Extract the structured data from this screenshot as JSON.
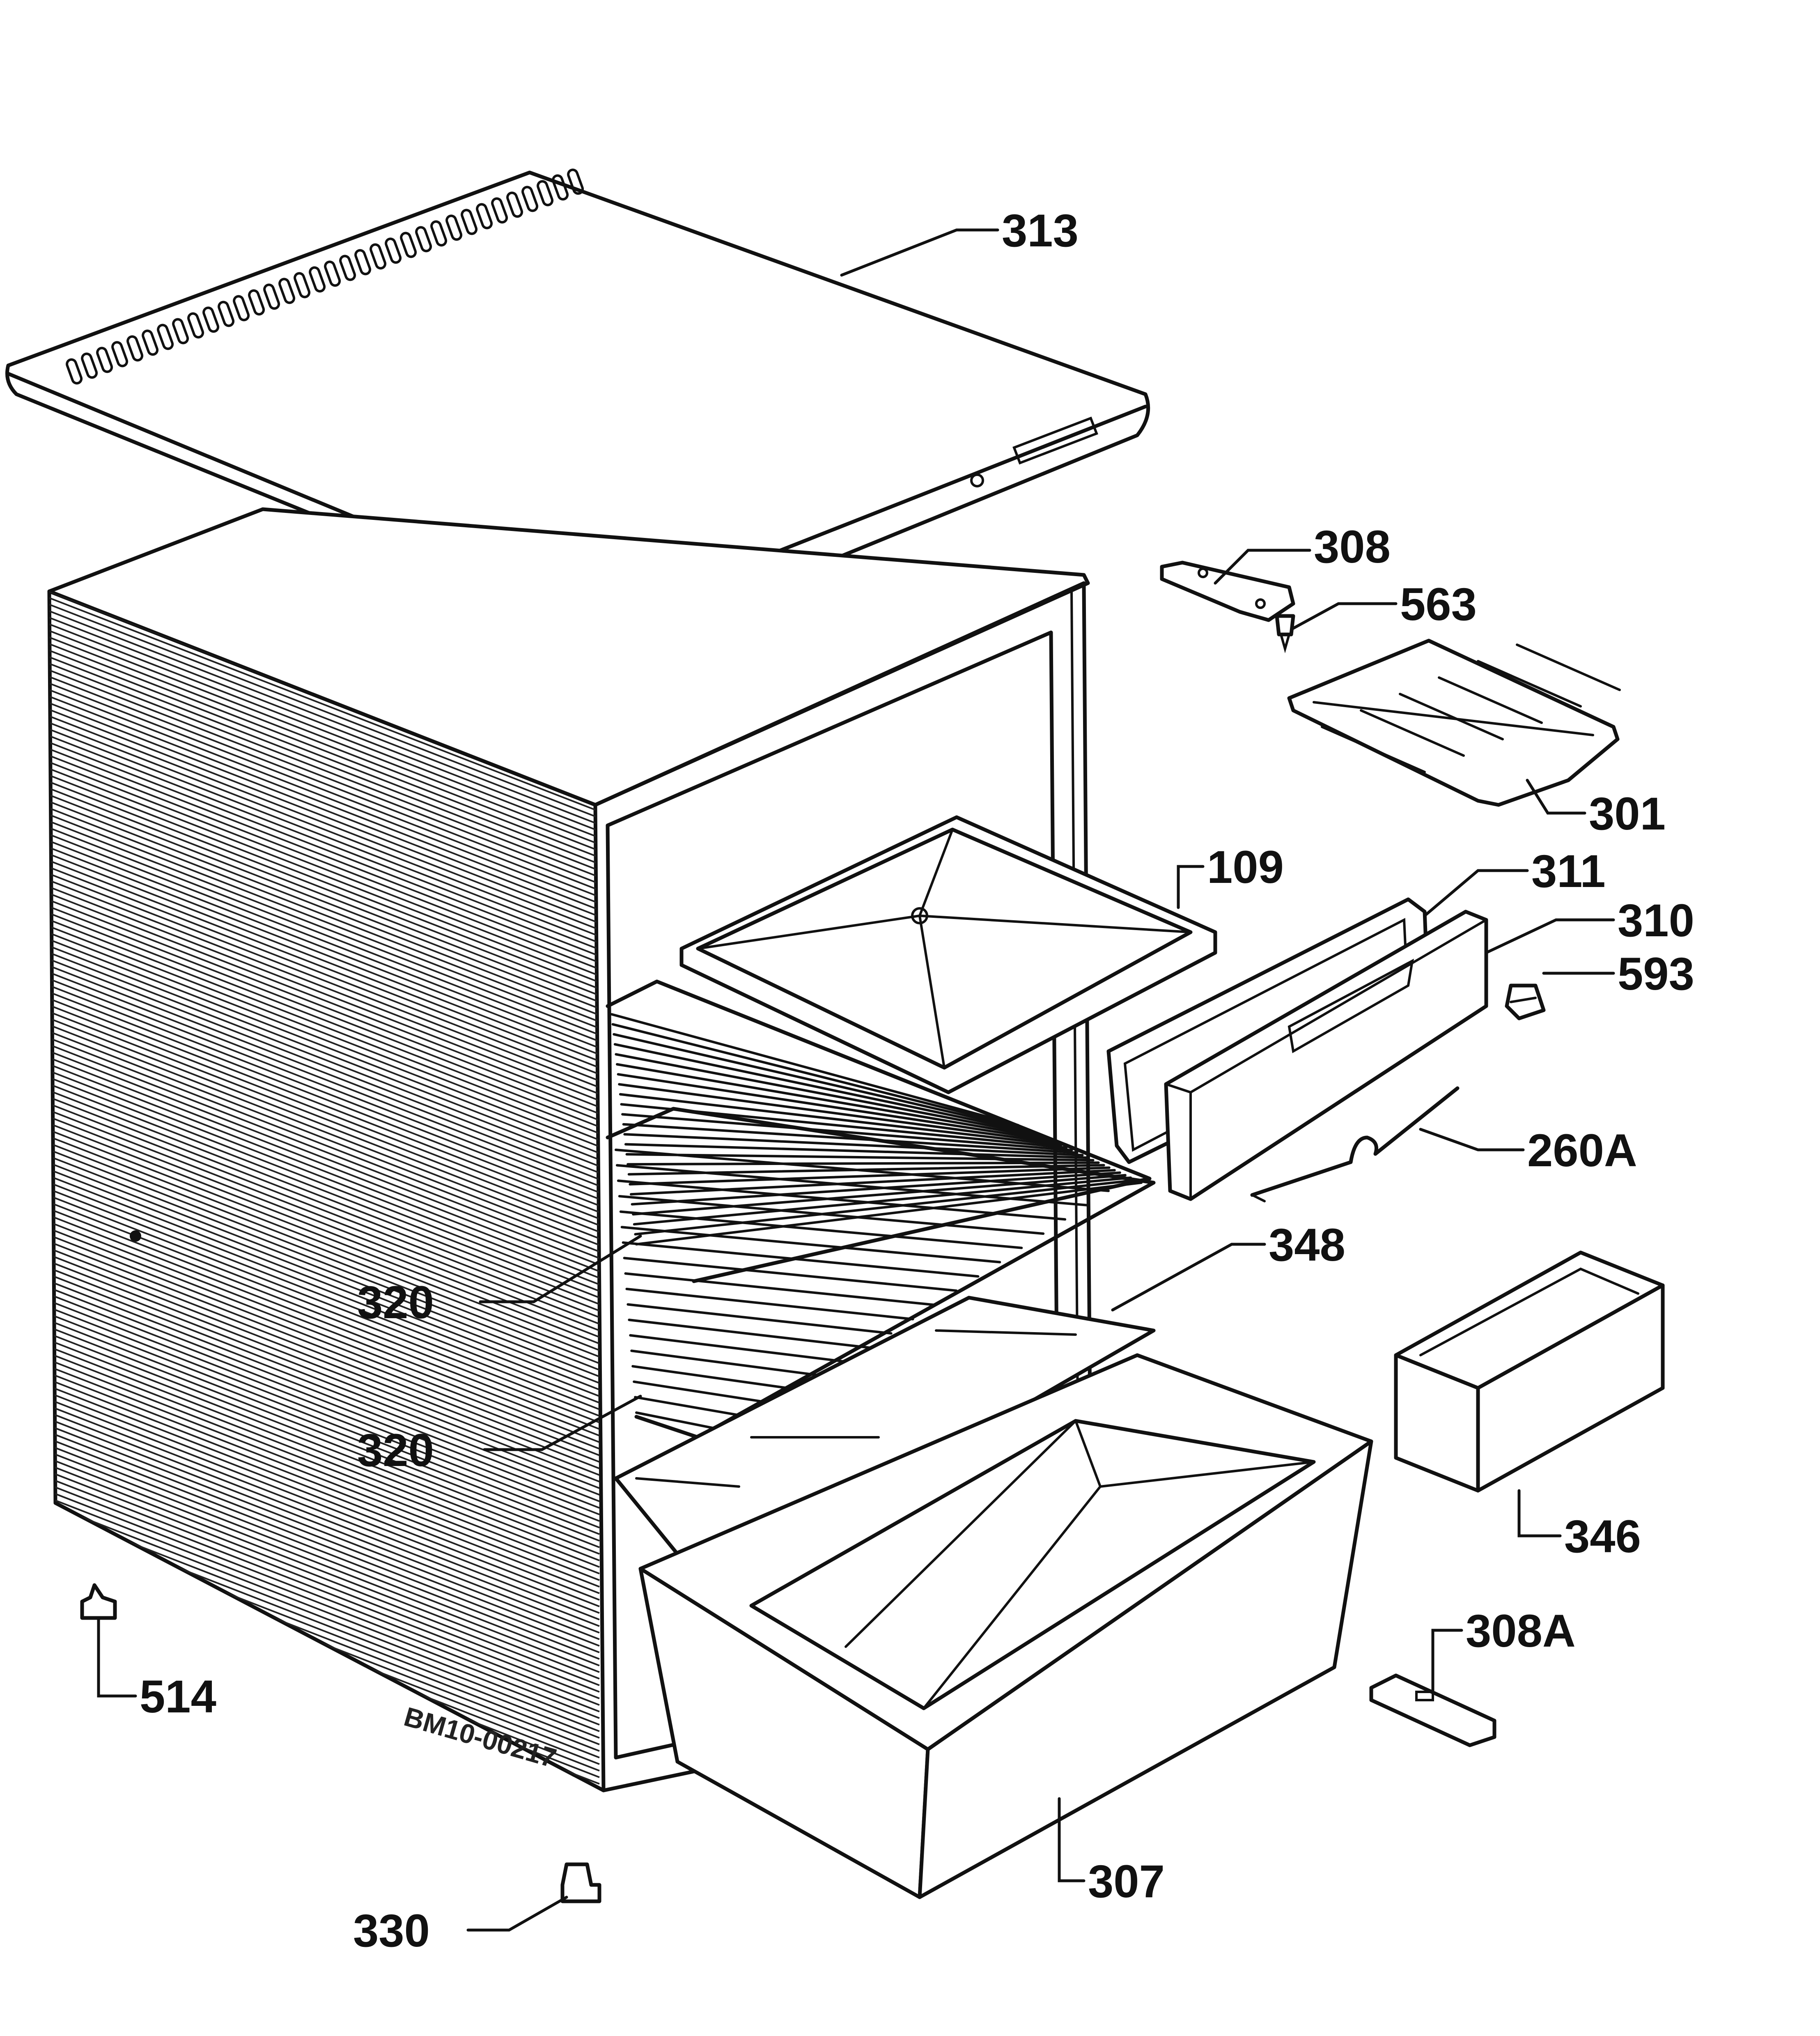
{
  "diagram": {
    "callouts": [
      {
        "id": "313",
        "text": "313"
      },
      {
        "id": "308",
        "text": "308"
      },
      {
        "id": "563",
        "text": "563"
      },
      {
        "id": "301",
        "text": "301"
      },
      {
        "id": "109",
        "text": "109"
      },
      {
        "id": "311",
        "text": "311"
      },
      {
        "id": "310",
        "text": "310"
      },
      {
        "id": "593",
        "text": "593"
      },
      {
        "id": "260A",
        "text": "260A"
      },
      {
        "id": "348",
        "text": "348"
      },
      {
        "id": "320a",
        "text": "320"
      },
      {
        "id": "320b",
        "text": "320"
      },
      {
        "id": "346",
        "text": "346"
      },
      {
        "id": "308A",
        "text": "308A"
      },
      {
        "id": "514",
        "text": "514"
      },
      {
        "id": "307",
        "text": "307"
      },
      {
        "id": "330",
        "text": "330"
      }
    ],
    "drawing_ref": "BM10-00217"
  }
}
